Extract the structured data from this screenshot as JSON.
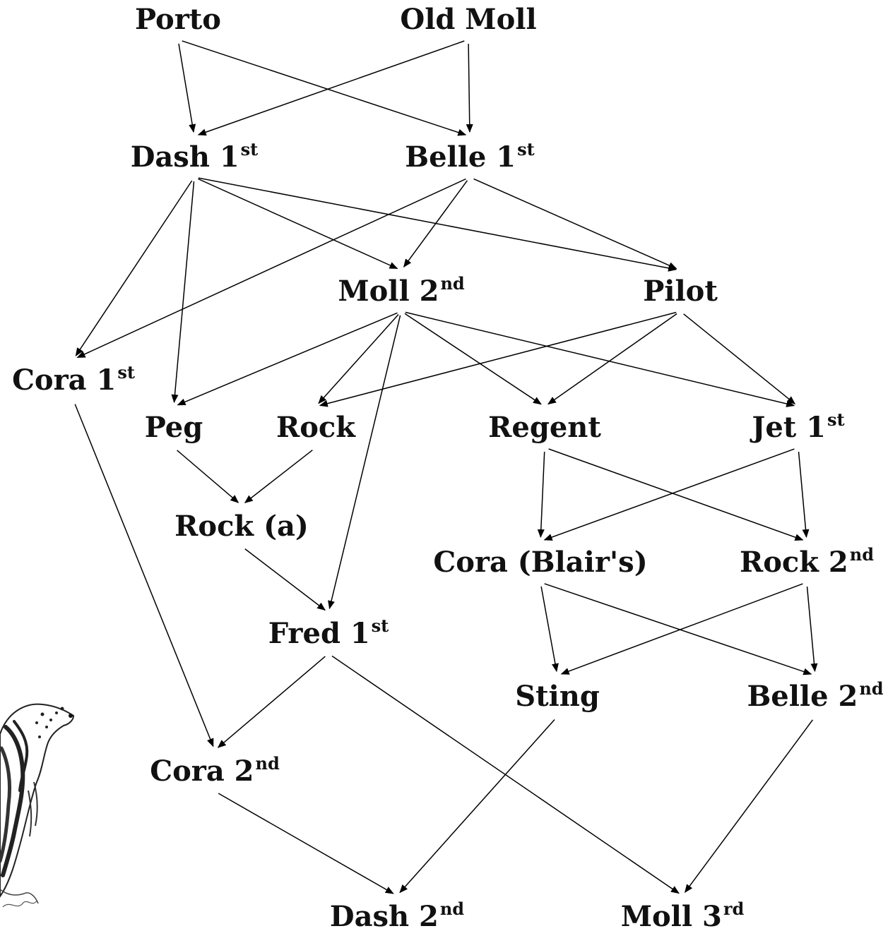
{
  "diagram": {
    "nodes": [
      {
        "id": "porto",
        "label": "Porto",
        "sup": ""
      },
      {
        "id": "old_moll",
        "label": "Old Moll",
        "sup": ""
      },
      {
        "id": "dash1",
        "label": "Dash 1",
        "sup": "st"
      },
      {
        "id": "belle1",
        "label": "Belle 1",
        "sup": "st"
      },
      {
        "id": "moll2",
        "label": "Moll 2",
        "sup": "nd"
      },
      {
        "id": "pilot",
        "label": "Pilot",
        "sup": ""
      },
      {
        "id": "cora1",
        "label": "Cora 1",
        "sup": "st"
      },
      {
        "id": "peg",
        "label": "Peg",
        "sup": ""
      },
      {
        "id": "rock",
        "label": "Rock",
        "sup": ""
      },
      {
        "id": "regent",
        "label": "Regent",
        "sup": ""
      },
      {
        "id": "jet1",
        "label": "Jet 1",
        "sup": "st"
      },
      {
        "id": "rock_a",
        "label": "Rock (a)",
        "sup": ""
      },
      {
        "id": "cora_blair",
        "label": "Cora (Blair's)",
        "sup": ""
      },
      {
        "id": "rock2",
        "label": "Rock 2",
        "sup": "nd"
      },
      {
        "id": "fred1",
        "label": "Fred 1",
        "sup": "st"
      },
      {
        "id": "sting",
        "label": "Sting",
        "sup": ""
      },
      {
        "id": "belle2",
        "label": "Belle 2",
        "sup": "nd"
      },
      {
        "id": "cora2",
        "label": "Cora 2",
        "sup": "nd"
      },
      {
        "id": "dash2",
        "label": "Dash 2",
        "sup": "nd"
      },
      {
        "id": "moll3",
        "label": "Moll 3",
        "sup": "rd"
      }
    ],
    "edges": [
      {
        "from": "porto",
        "to": "dash1"
      },
      {
        "from": "porto",
        "to": "belle1"
      },
      {
        "from": "old_moll",
        "to": "dash1"
      },
      {
        "from": "old_moll",
        "to": "belle1"
      },
      {
        "from": "dash1",
        "to": "cora1"
      },
      {
        "from": "dash1",
        "to": "peg"
      },
      {
        "from": "dash1",
        "to": "moll2"
      },
      {
        "from": "dash1",
        "to": "pilot"
      },
      {
        "from": "belle1",
        "to": "cora1"
      },
      {
        "from": "belle1",
        "to": "moll2"
      },
      {
        "from": "belle1",
        "to": "pilot"
      },
      {
        "from": "moll2",
        "to": "peg"
      },
      {
        "from": "moll2",
        "to": "rock"
      },
      {
        "from": "moll2",
        "to": "fred1"
      },
      {
        "from": "moll2",
        "to": "regent"
      },
      {
        "from": "moll2",
        "to": "jet1"
      },
      {
        "from": "pilot",
        "to": "rock"
      },
      {
        "from": "pilot",
        "to": "regent"
      },
      {
        "from": "pilot",
        "to": "jet1"
      },
      {
        "from": "peg",
        "to": "rock_a"
      },
      {
        "from": "rock",
        "to": "rock_a"
      },
      {
        "from": "rock_a",
        "to": "fred1"
      },
      {
        "from": "regent",
        "to": "cora_blair"
      },
      {
        "from": "regent",
        "to": "rock2"
      },
      {
        "from": "jet1",
        "to": "cora_blair"
      },
      {
        "from": "jet1",
        "to": "rock2"
      },
      {
        "from": "cora1",
        "to": "cora2"
      },
      {
        "from": "fred1",
        "to": "cora2"
      },
      {
        "from": "fred1",
        "to": "moll3"
      },
      {
        "from": "cora_blair",
        "to": "sting"
      },
      {
        "from": "cora_blair",
        "to": "belle2"
      },
      {
        "from": "rock2",
        "to": "sting"
      },
      {
        "from": "rock2",
        "to": "belle2"
      },
      {
        "from": "cora2",
        "to": "dash2"
      },
      {
        "from": "sting",
        "to": "dash2"
      },
      {
        "from": "belle2",
        "to": "moll3"
      }
    ]
  },
  "illustration": {
    "icon": "setter-dog-icon"
  }
}
